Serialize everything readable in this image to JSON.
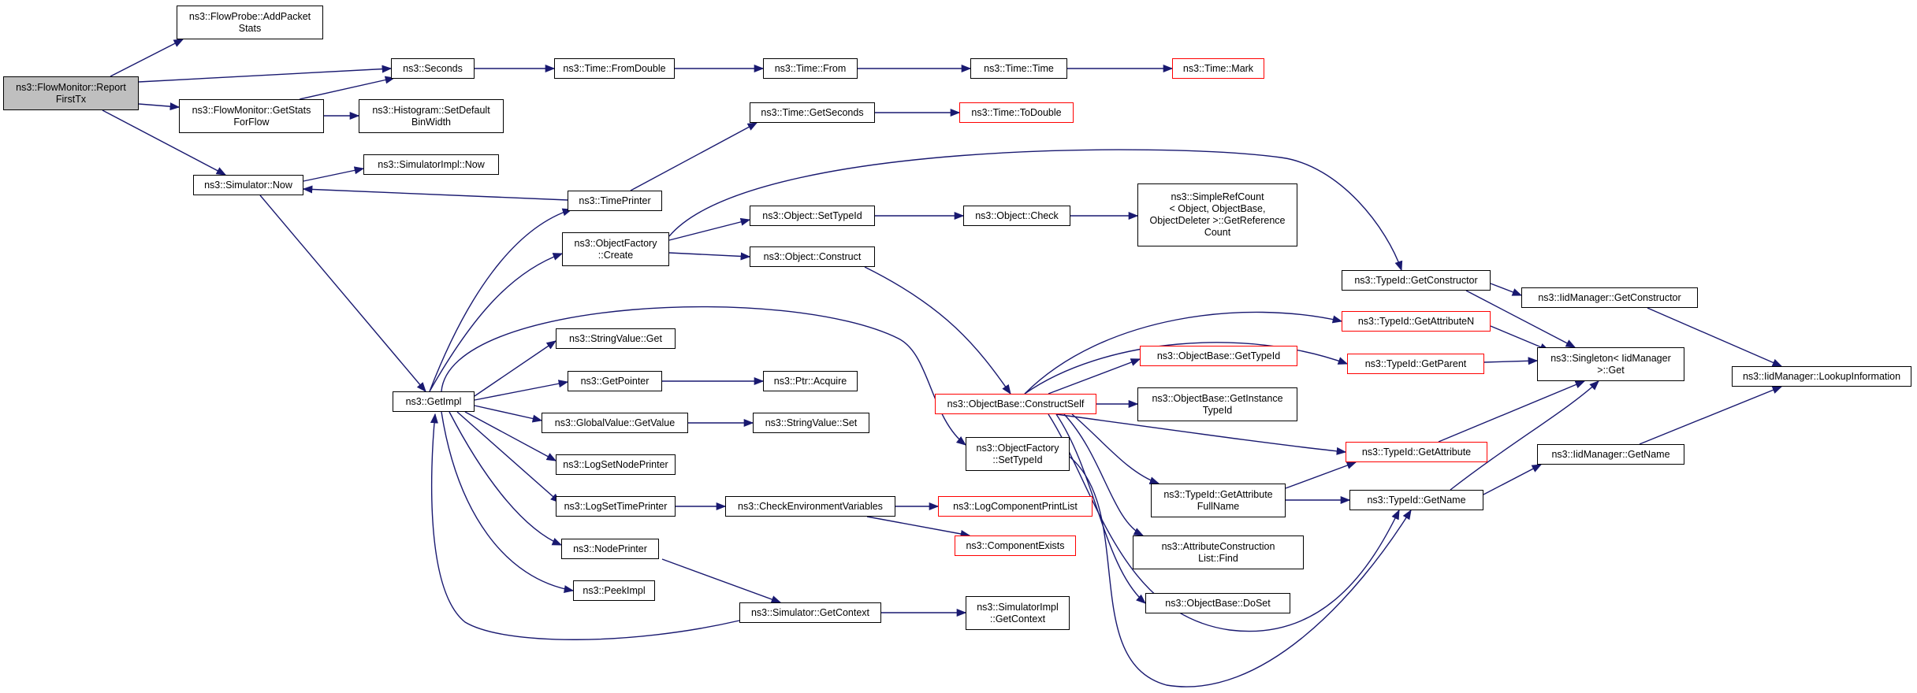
{
  "colors": {
    "edge": "#191970",
    "node_border": "#000000",
    "incomplete_border": "#ff0000",
    "root_fill": "#bfbfbf"
  },
  "nodes": {
    "root": "ns3::FlowMonitor::Report\nFirstTx",
    "flowprobe": "ns3::FlowProbe::AddPacket\nStats",
    "seconds": "ns3::Seconds",
    "getstats": "ns3::FlowMonitor::GetStats\nForFlow",
    "histogram": "ns3::Histogram::SetDefault\nBinWidth",
    "sim_now": "ns3::Simulator::Now",
    "simimpl_now": "ns3::SimulatorImpl::Now",
    "fromdouble": "ns3::Time::FromDouble",
    "time_from": "ns3::Time::From",
    "time_time": "ns3::Time::Time",
    "time_mark": "ns3::Time::Mark",
    "getseconds": "ns3::Time::GetSeconds",
    "todouble": "ns3::Time::ToDouble",
    "timeprinter": "ns3::TimePrinter",
    "objfac_create": "ns3::ObjectFactory\n::Create",
    "settypeid": "ns3::Object::SetTypeId",
    "obj_check": "ns3::Object::Check",
    "simplerefcount": "ns3::SimpleRefCount\n< Object, ObjectBase,\nObjectDeleter >::GetReference\nCount",
    "obj_construct": "ns3::Object::Construct",
    "getconstructor": "ns3::TypeId::GetConstructor",
    "iid_getconstructor": "ns3::IidManager::GetConstructor",
    "getattributen": "ns3::TypeId::GetAttributeN",
    "singleton": "ns3::Singleton< IidManager\n>::Get",
    "lookup": "ns3::IidManager::LookupInformation",
    "stringvalue_get": "ns3::StringValue::Get",
    "getparent": "ns3::TypeId::GetParent",
    "getimpl": "ns3::GetImpl",
    "getpointer": "ns3::GetPointer",
    "ptr_acquire": "ns3::Ptr::Acquire",
    "objbase_gettypeid": "ns3::ObjectBase::GetTypeId",
    "constructself": "ns3::ObjectBase::ConstructSelf",
    "getinstancetypeid": "ns3::ObjectBase::GetInstance\nTypeId",
    "globalvalue": "ns3::GlobalValue::GetValue",
    "stringvalue_set": "ns3::StringValue::Set",
    "objfac_settypeid": "ns3::ObjectFactory\n::SetTypeId",
    "lognodeprinter": "ns3::LogSetNodePrinter",
    "getattribute": "ns3::TypeId::GetAttribute",
    "iid_getname": "ns3::IidManager::GetName",
    "attrfullname": "ns3::TypeId::GetAttribute\nFullName",
    "logtimeprinter": "ns3::LogSetTimePrinter",
    "checkenv": "ns3::CheckEnvironmentVariables",
    "logcomponent": "ns3::LogComponentPrintList",
    "typeid_getname": "ns3::TypeId::GetName",
    "componentexists": "ns3::ComponentExists",
    "attrconstruction": "ns3::AttributeConstruction\nList::Find",
    "nodeprinter": "ns3::NodePrinter",
    "peekimpl": "ns3::PeekImpl",
    "doset": "ns3::ObjectBase::DoSet",
    "getcontext": "ns3::Simulator::GetContext",
    "simimpl_getcontext": "ns3::SimulatorImpl\n::GetContext"
  }
}
